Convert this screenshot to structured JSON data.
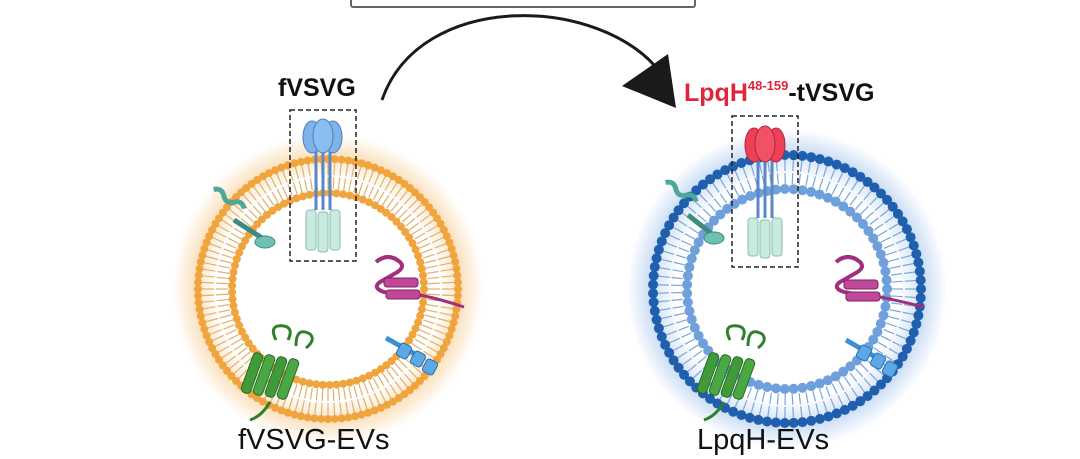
{
  "labels": {
    "left_protein": "fVSVG",
    "right_protein_prefix": "LpqH",
    "right_protein_superscript": "48-159",
    "right_protein_suffix": "-tVSVG"
  },
  "captions": {
    "left": "fVSVG-EVs",
    "right": "LpqH-EVs"
  },
  "colors": {
    "left_membrane": "#f0a43e",
    "left_glow": "#f7c98a",
    "right_membrane_outer": "#1f5fae",
    "right_membrane_inner": "#6fa0db",
    "right_glow": "#a9c8ef",
    "fvsvg_head": "#7fb3ea",
    "lpqh_head": "#ec4056",
    "stalk": "#c9eadf",
    "green_protein": "#3f9b3a",
    "purple_protein": "#a0307e",
    "teal_protein": "#4fa79a",
    "cyan_protein": "#3c8fd4",
    "arrow": "#1a1a1a",
    "label_red": "#e0263b"
  },
  "icons": {
    "left_vesicle": "extracellular-vesicle-icon",
    "right_vesicle": "extracellular-vesicle-icon",
    "conversion_arrow": "curved-arrow-icon"
  }
}
